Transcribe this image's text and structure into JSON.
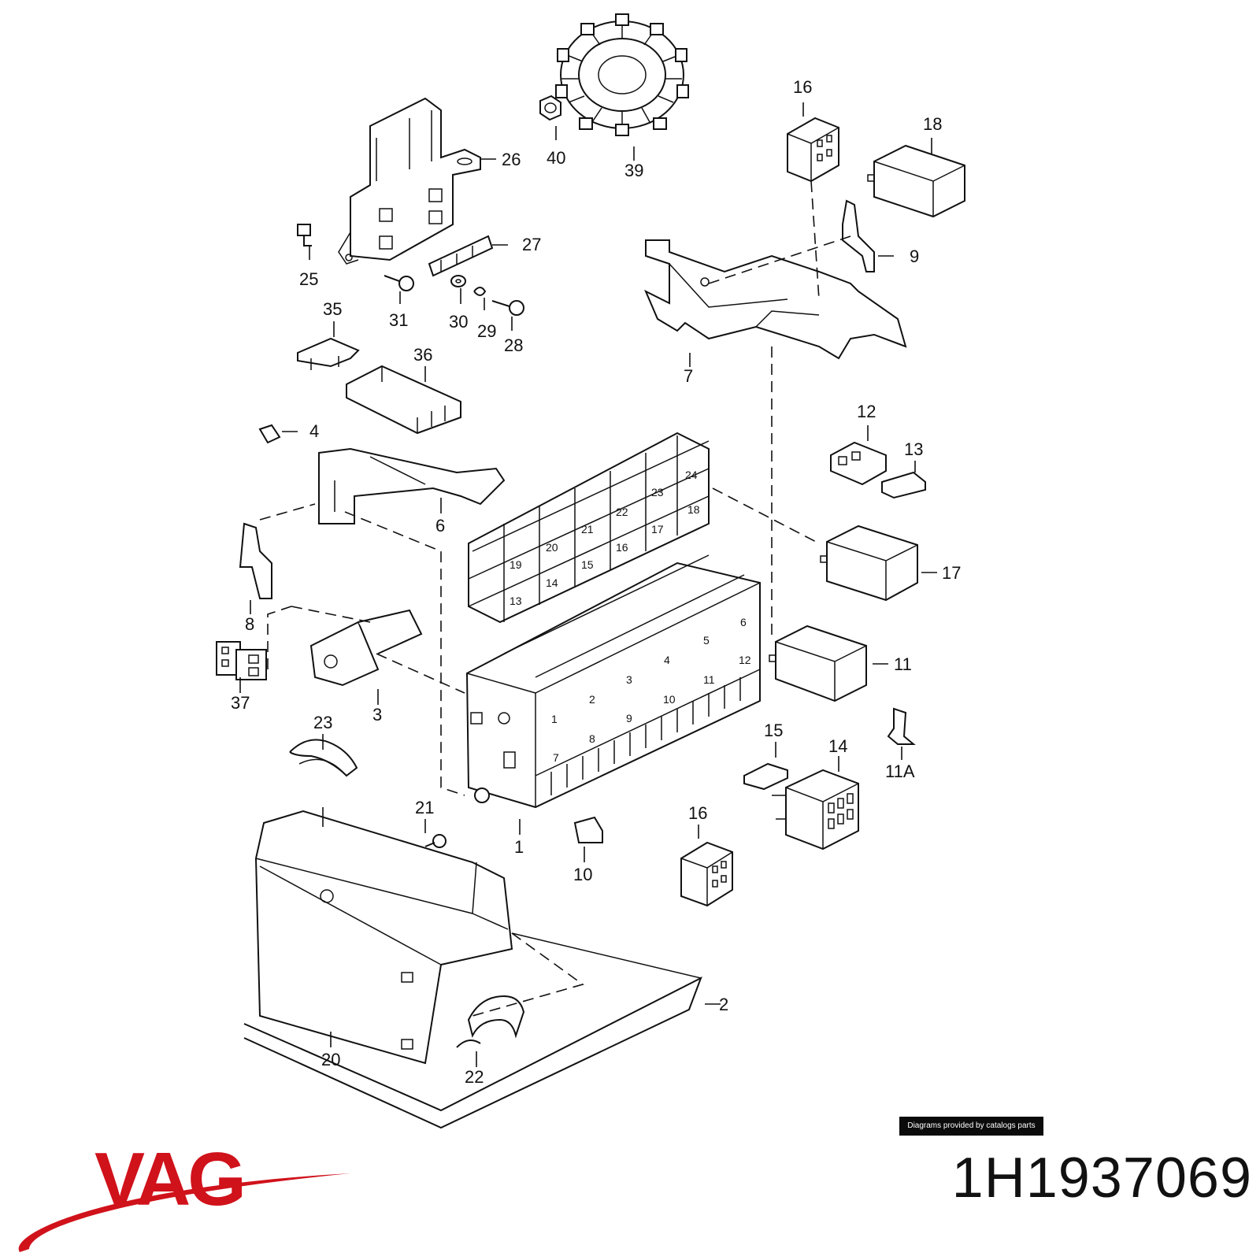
{
  "diagram": {
    "callouts": [
      {
        "id": "p16a",
        "text": "16"
      },
      {
        "id": "p18",
        "text": "18"
      },
      {
        "id": "p26",
        "text": "26"
      },
      {
        "id": "p40",
        "text": "40"
      },
      {
        "id": "p39",
        "text": "39"
      },
      {
        "id": "p27",
        "text": "27"
      },
      {
        "id": "p25",
        "text": "25"
      },
      {
        "id": "p31",
        "text": "31"
      },
      {
        "id": "p30",
        "text": "30"
      },
      {
        "id": "p29",
        "text": "29"
      },
      {
        "id": "p28",
        "text": "28"
      },
      {
        "id": "p9",
        "text": "9"
      },
      {
        "id": "p35",
        "text": "35"
      },
      {
        "id": "p36",
        "text": "36"
      },
      {
        "id": "p7",
        "text": "7"
      },
      {
        "id": "p4",
        "text": "4"
      },
      {
        "id": "p12",
        "text": "12"
      },
      {
        "id": "p13",
        "text": "13"
      },
      {
        "id": "p6",
        "text": "6"
      },
      {
        "id": "p17",
        "text": "17"
      },
      {
        "id": "p8",
        "text": "8"
      },
      {
        "id": "p11",
        "text": "11"
      },
      {
        "id": "p37",
        "text": "37"
      },
      {
        "id": "p3",
        "text": "3"
      },
      {
        "id": "p23",
        "text": "23"
      },
      {
        "id": "p15",
        "text": "15"
      },
      {
        "id": "p14",
        "text": "14"
      },
      {
        "id": "p11a",
        "text": "11A"
      },
      {
        "id": "p21",
        "text": "21"
      },
      {
        "id": "p16b",
        "text": "16"
      },
      {
        "id": "p1",
        "text": "1"
      },
      {
        "id": "p10",
        "text": "10"
      },
      {
        "id": "p2",
        "text": "2"
      },
      {
        "id": "p20",
        "text": "20"
      },
      {
        "id": "p22",
        "text": "22"
      }
    ],
    "relay_slots": [
      "24",
      "23",
      "18",
      "22",
      "17",
      "21",
      "16",
      "20",
      "15",
      "19",
      "14",
      "13"
    ],
    "fuse_slots": [
      "6",
      "5",
      "12",
      "4",
      "11",
      "3",
      "10",
      "2",
      "9",
      "1",
      "8",
      "7"
    ]
  },
  "credit": "Diagrams provided by catalogs parts",
  "brand": {
    "name": "VAG",
    "color": "#d0121b"
  },
  "part_number": "1H1937069"
}
